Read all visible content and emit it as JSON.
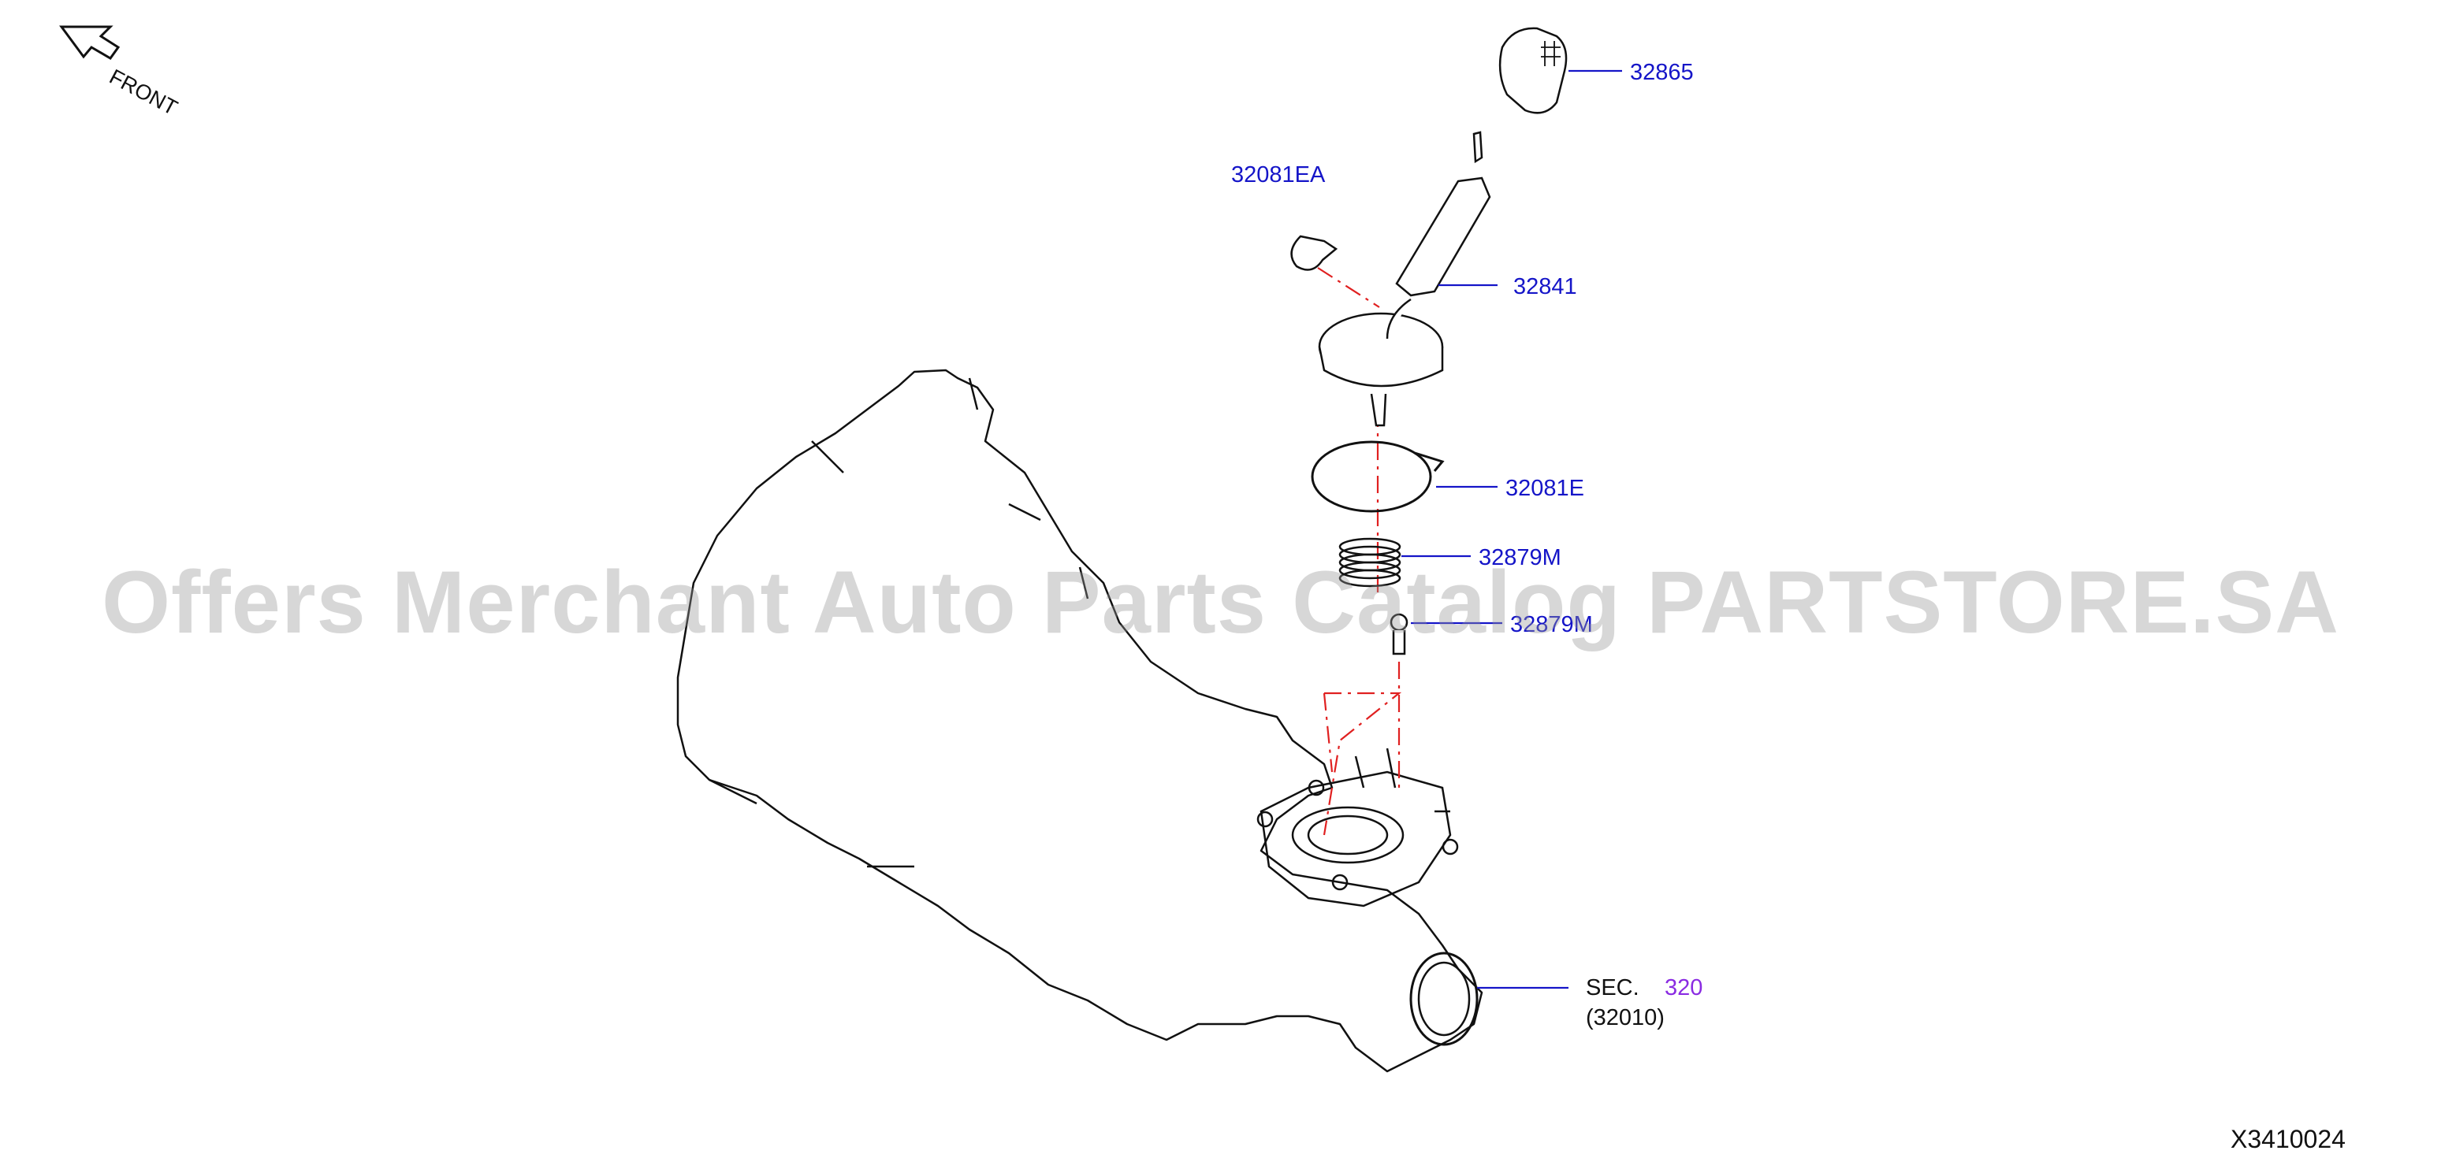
{
  "orientation": {
    "label": "FRONT"
  },
  "parts": {
    "knob": "32865",
    "clip": "32081EA",
    "boot": "32841",
    "band": "32081E",
    "spring": "32879M",
    "pin": "32879M"
  },
  "section_ref": {
    "prefix": "SEC.",
    "number": "320",
    "sub": "(32010)"
  },
  "diagram_code": "X3410024",
  "watermark": "Offers Merchant Auto Parts Catalog PARTSTORE.SA",
  "colors": {
    "link": "#1515c8",
    "leader_red": "#e02020",
    "section_purple": "#8a2be2"
  }
}
